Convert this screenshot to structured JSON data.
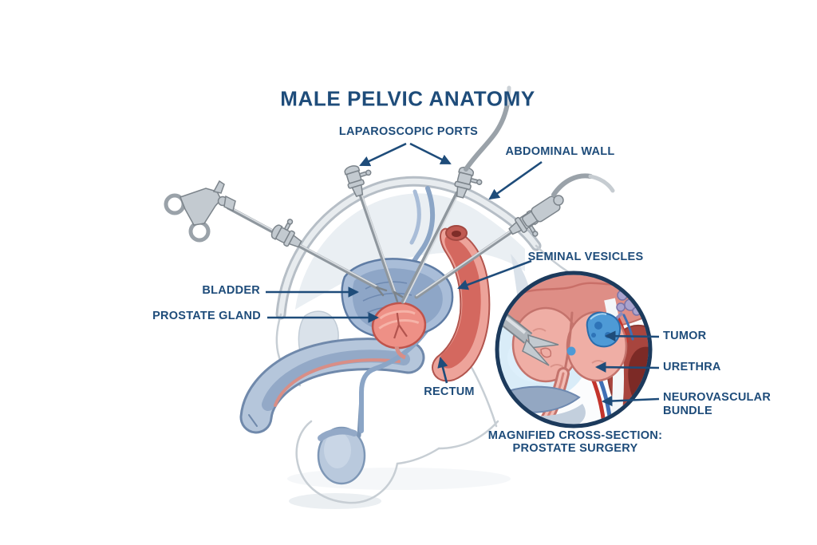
{
  "title": "MALE PELVIC ANATOMY",
  "figure": {
    "labels": {
      "laparoscopic_ports": "LAPAROSCOPIC PORTS",
      "abdominal_wall": "ABDOMINAL WALL",
      "seminal_vesicles": "SEMINAL VESICLES",
      "bladder": "BLADDER",
      "prostate_gland": "PROSTATE GLAND",
      "rectum": "RECTUM"
    },
    "inset": {
      "labels": {
        "tumor": "TUMOR",
        "urethra": "URETHRA",
        "neurovascular_bundle": "NEUROVASCULAR BUNDLE"
      },
      "caption_line1": "MAGNIFIED CROSS-SECTION:",
      "caption_line2": "PROSTATE SURGERY"
    }
  },
  "colors": {
    "navy": "#1E4C7A",
    "inset_border": "#1C3A5C",
    "organ_blue": "#A9BDD8",
    "organ_blue_stroke": "#5F7CA4",
    "organ_red": "#EE9086",
    "organ_red_stroke": "#BF544C",
    "rectum_red": "#D4685F",
    "tumor_blue": "#4E9AD6",
    "metal_gray": "#C3CAD0",
    "body_outline": "#C7CED4"
  }
}
